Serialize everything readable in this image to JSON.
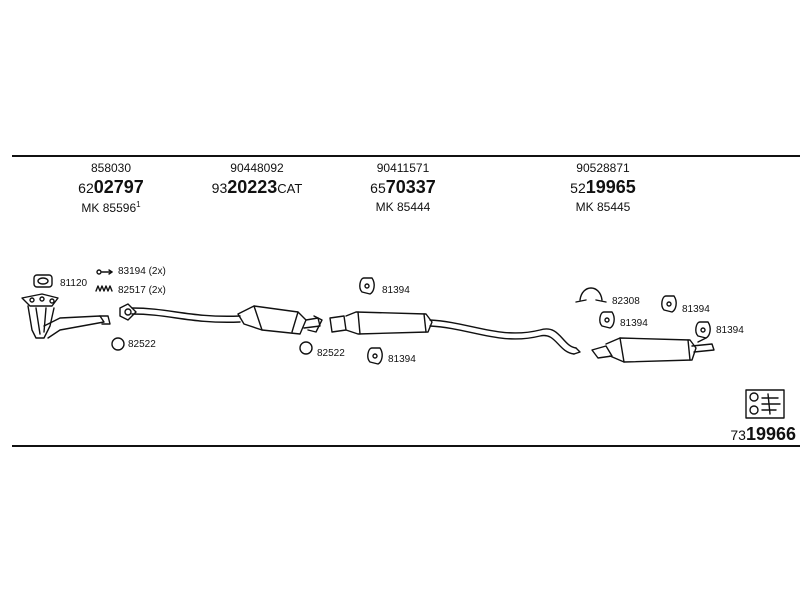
{
  "parts": [
    {
      "oe": "858030",
      "prefix": "62",
      "main": "02797",
      "suffix": "",
      "mk": "MK 85596",
      "mk_sup": "1"
    },
    {
      "oe": "90448092",
      "prefix": "93",
      "main": "20223",
      "suffix": "CAT",
      "mk": "",
      "mk_sup": ""
    },
    {
      "oe": "90411571",
      "prefix": "65",
      "main": "70337",
      "suffix": "",
      "mk": "MK 85444",
      "mk_sup": ""
    },
    {
      "oe": "90528871",
      "prefix": "52",
      "main": "19965",
      "suffix": "",
      "mk": "MK 85445",
      "mk_sup": ""
    }
  ],
  "labels": {
    "l81120": "81120",
    "l83194": "83194 (2x)",
    "l82517": "82517 (2x)",
    "l82522a": "82522",
    "l82522b": "82522",
    "l81394a": "81394",
    "l81394b": "81394",
    "l82308": "82308",
    "l81394c": "81394",
    "l81394d": "81394",
    "l81394e": "81394"
  },
  "reference": {
    "prefix": "73",
    "main": "19966"
  },
  "icons": [
    "hanger-icon",
    "gasket-icon",
    "clamp-icon",
    "spring-icon",
    "catalytic-converter-icon",
    "muffler-icon",
    "exploded-kit-icon"
  ]
}
